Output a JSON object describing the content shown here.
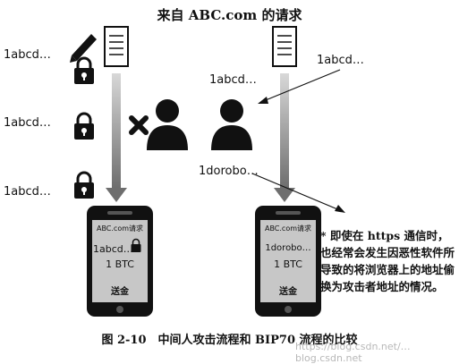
{
  "title": "来自 ABC.com 的请求",
  "left_labels": [
    "1abcd…",
    "1abcd…",
    "1abcd…"
  ],
  "middle_addr": "1abcd…",
  "right_addr_top": "1abcd…",
  "middle_addr_bottom": "1dorobo…",
  "phone_left": {
    "site": "ABC.com请求",
    "address": "1abcd…",
    "amount": "1 BTC",
    "button": "送金"
  },
  "phone_right": {
    "site": "ABC.com请求",
    "address": "1dorobo…",
    "amount": "1 BTC",
    "button": "送金"
  },
  "note": "* 即使在 https 通信时，也经常会发生因恶性软件所导致的将浏览器上的地址偷换为攻击者地址的情况。",
  "caption": "图 2-10　中间人攻击流程和 BIP70 流程的比较",
  "watermark": "https://blog.csdn.net/…blog.csdn.net",
  "icons": [
    "pencil-icon",
    "document-icon",
    "lock-icon",
    "person-icon",
    "x-icon",
    "smartphone-icon"
  ]
}
